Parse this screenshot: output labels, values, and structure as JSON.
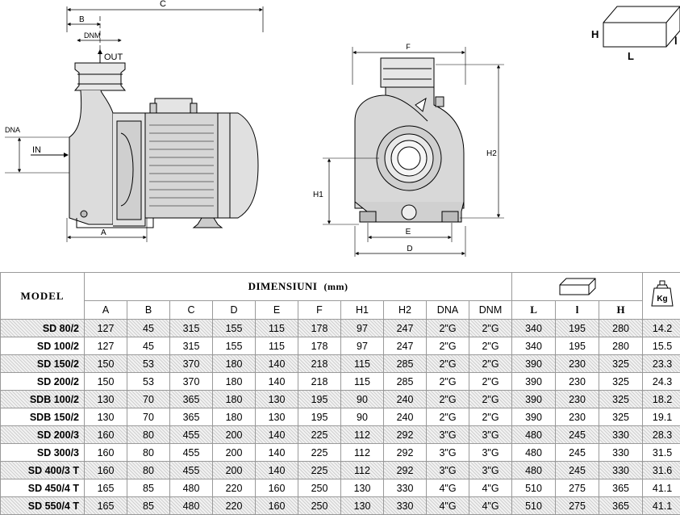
{
  "drawing": {
    "labels": {
      "c": "C",
      "b": "B",
      "dnm": "DNM",
      "out": "OUT",
      "dna": "DNA",
      "in": "IN",
      "a": "A",
      "f": "F",
      "h2": "H2",
      "h1": "H1",
      "e": "E",
      "d": "D"
    },
    "box_legend": {
      "h": "H",
      "l_upper": "L",
      "l_lower": "l"
    }
  },
  "table": {
    "model_header": "MODEL",
    "dimensions_header": "DIMENSIUNI",
    "dimensions_unit": "(mm)",
    "columns": [
      "A",
      "B",
      "C",
      "D",
      "E",
      "F",
      "H1",
      "H2",
      "DNA",
      "DNM"
    ],
    "box_columns": [
      "L",
      "l",
      "H"
    ],
    "weight_label": "Kg",
    "rows": [
      {
        "model": "SD 80/2",
        "values": [
          "127",
          "45",
          "315",
          "155",
          "115",
          "178",
          "97",
          "247",
          "2\"G",
          "2\"G"
        ],
        "box": [
          "340",
          "195",
          "280"
        ],
        "weight": "14.2"
      },
      {
        "model": "SD 100/2",
        "values": [
          "127",
          "45",
          "315",
          "155",
          "115",
          "178",
          "97",
          "247",
          "2\"G",
          "2\"G"
        ],
        "box": [
          "340",
          "195",
          "280"
        ],
        "weight": "15.5"
      },
      {
        "model": "SD 150/2",
        "values": [
          "150",
          "53",
          "370",
          "180",
          "140",
          "218",
          "115",
          "285",
          "2\"G",
          "2\"G"
        ],
        "box": [
          "390",
          "230",
          "325"
        ],
        "weight": "23.3"
      },
      {
        "model": "SD 200/2",
        "values": [
          "150",
          "53",
          "370",
          "180",
          "140",
          "218",
          "115",
          "285",
          "2\"G",
          "2\"G"
        ],
        "box": [
          "390",
          "230",
          "325"
        ],
        "weight": "24.3"
      },
      {
        "model": "SDB 100/2",
        "values": [
          "130",
          "70",
          "365",
          "180",
          "130",
          "195",
          "90",
          "240",
          "2\"G",
          "2\"G"
        ],
        "box": [
          "390",
          "230",
          "325"
        ],
        "weight": "18.2"
      },
      {
        "model": "SDB 150/2",
        "values": [
          "130",
          "70",
          "365",
          "180",
          "130",
          "195",
          "90",
          "240",
          "2\"G",
          "2\"G"
        ],
        "box": [
          "390",
          "230",
          "325"
        ],
        "weight": "19.1"
      },
      {
        "model": "SD 200/3",
        "values": [
          "160",
          "80",
          "455",
          "200",
          "140",
          "225",
          "112",
          "292",
          "3\"G",
          "3\"G"
        ],
        "box": [
          "480",
          "245",
          "330"
        ],
        "weight": "28.3"
      },
      {
        "model": "SD 300/3",
        "values": [
          "160",
          "80",
          "455",
          "200",
          "140",
          "225",
          "112",
          "292",
          "3\"G",
          "3\"G"
        ],
        "box": [
          "480",
          "245",
          "330"
        ],
        "weight": "31.5"
      },
      {
        "model": "SD 400/3 T",
        "values": [
          "160",
          "80",
          "455",
          "200",
          "140",
          "225",
          "112",
          "292",
          "3\"G",
          "3\"G"
        ],
        "box": [
          "480",
          "245",
          "330"
        ],
        "weight": "31.6"
      },
      {
        "model": "SD 450/4 T",
        "values": [
          "165",
          "85",
          "480",
          "220",
          "160",
          "250",
          "130",
          "330",
          "4\"G",
          "4\"G"
        ],
        "box": [
          "510",
          "275",
          "365"
        ],
        "weight": "41.1"
      },
      {
        "model": "SD 550/4 T",
        "values": [
          "165",
          "85",
          "480",
          "220",
          "160",
          "250",
          "130",
          "330",
          "4\"G",
          "4\"G"
        ],
        "box": [
          "510",
          "275",
          "365"
        ],
        "weight": "41.1"
      }
    ]
  }
}
